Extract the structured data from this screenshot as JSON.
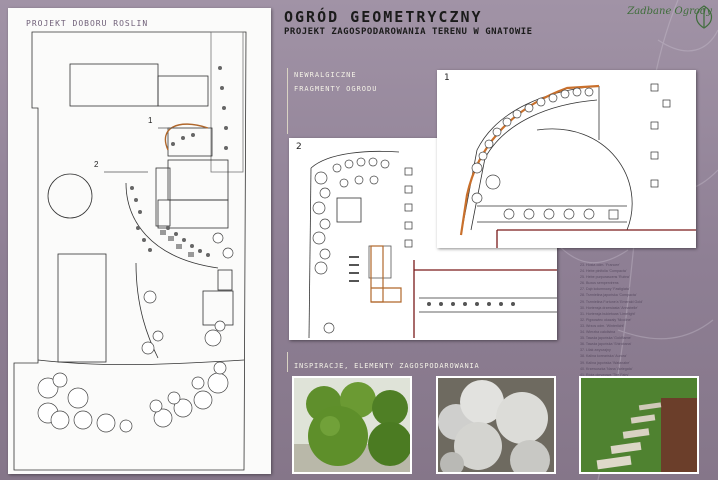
{
  "header": {
    "title": "OGRÓD GEOMETRYCZNY",
    "subtitle": "PROJEKT ZAGOSPODAROWANIA TERENU W GNATOWIE"
  },
  "logo": {
    "text": "Zadbane Ogrody"
  },
  "sheet": {
    "title": "PROJEKT DOBORU ROSLIN",
    "labels": [
      "1",
      "2"
    ]
  },
  "sections": {
    "fragments_title": "NEWRALGICZNE FRAGMENTY OGRODU",
    "inspirations_title": "INSPIRACJE, ELEMENTY ZAGOSPODAROWANIA"
  },
  "fragments": [
    {
      "number": "1"
    },
    {
      "number": "2"
    }
  ],
  "legend_items": [
    "23. Hosta odm. 'Francee'",
    "24. Hebe pinifolia 'Compacta'",
    "25. Hebe purpurascens 'Rubra'",
    "26. Buxus sempervirens",
    "27. Dąb kolumnowy 'Fastigiata'",
    "28. Trzmielina japońska 'Compacta'",
    "29. Trzmielina Fortune'a 'Emerald Gold'",
    "30. Hortensja drzewiasta 'Annabelle'",
    "31. Hortensja bukietowa 'Limelight'",
    "32. Pigwowiec okazały 'Nicoline'",
    "33. Wrzos odm. 'Winterlicht'",
    "34. Wierzba całolistna",
    "35. Tawuła japońska 'Goldflame'",
    "36. Tawuła japońska 'Shirobana'",
    "37. Lilak zwyczajny",
    "38. Kalina koreańska 'Aurora'",
    "39. Kalina japońska 'Watanabe'",
    "40. Krzewuszka 'Nana Variegata'",
    "41. Róża okrywowa 'The Fairy'",
    "42. Szachownica kostkowata"
  ]
}
